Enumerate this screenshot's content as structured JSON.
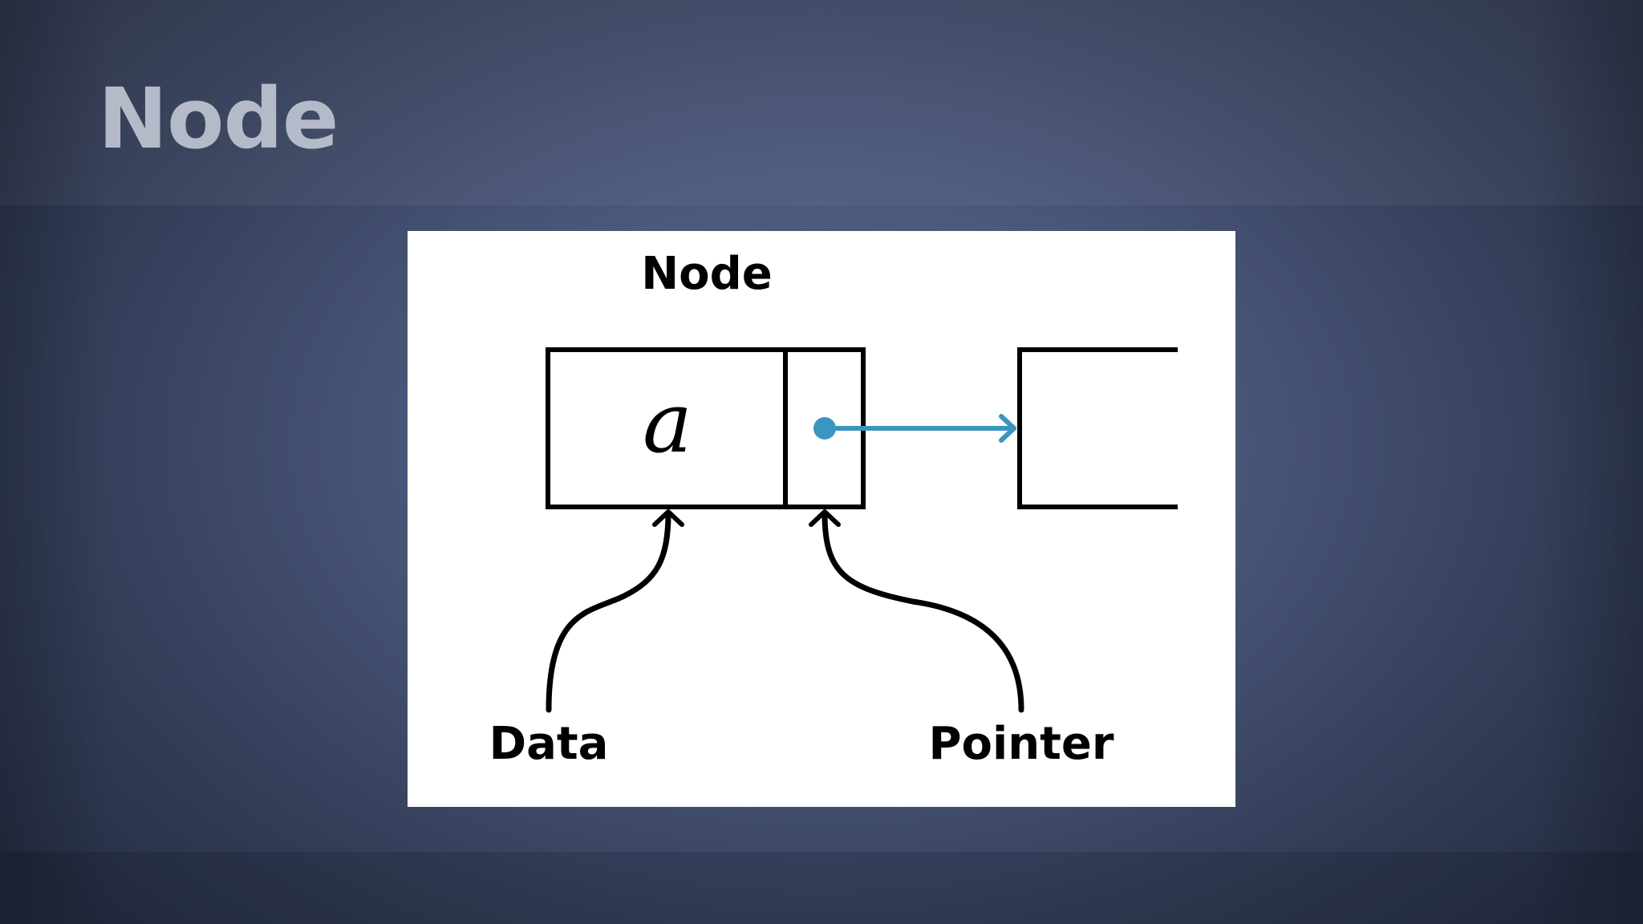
{
  "slide": {
    "title": "Node"
  },
  "diagram": {
    "node_label": "Node",
    "data_value": "a",
    "data_label": "Data",
    "pointer_label": "Pointer"
  },
  "colors": {
    "background": "#4a5679",
    "title": "#b5bac9",
    "pointer_arrow": "#3a95bf",
    "outline": "#000000"
  }
}
